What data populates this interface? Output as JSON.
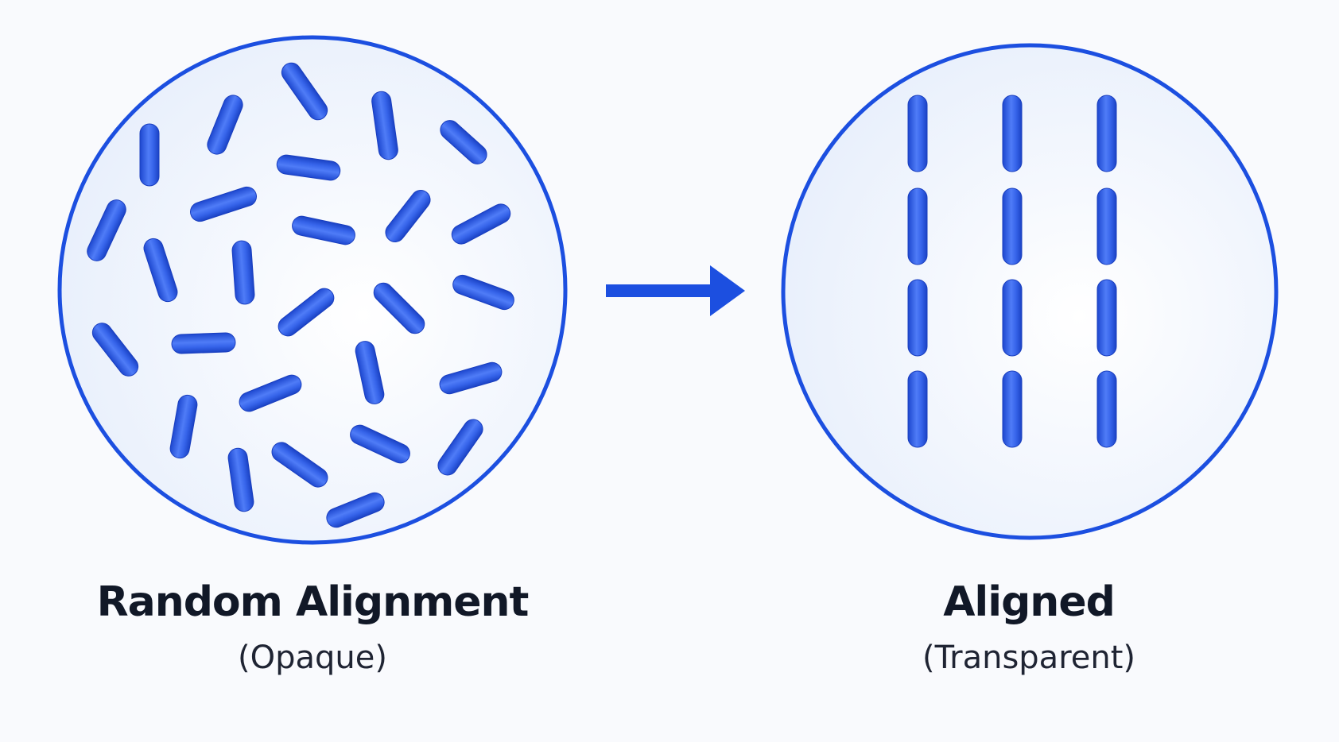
{
  "panels": {
    "random": {
      "title": "Random Alignment",
      "subtitle": "(Opaque)"
    },
    "aligned": {
      "title": "Aligned",
      "subtitle": "(Transparent)"
    }
  },
  "colors": {
    "background": "#f9fafd",
    "circle_fill": "#eef3fd",
    "circle_stroke": "#1c4fe0",
    "particle": "#2f5fe6",
    "particle_light": "#6f96ff",
    "arrow": "#1c4fe0",
    "text": "#111827"
  },
  "icons": {
    "arrow": "right-arrow-icon",
    "particle": "rod-particle"
  }
}
